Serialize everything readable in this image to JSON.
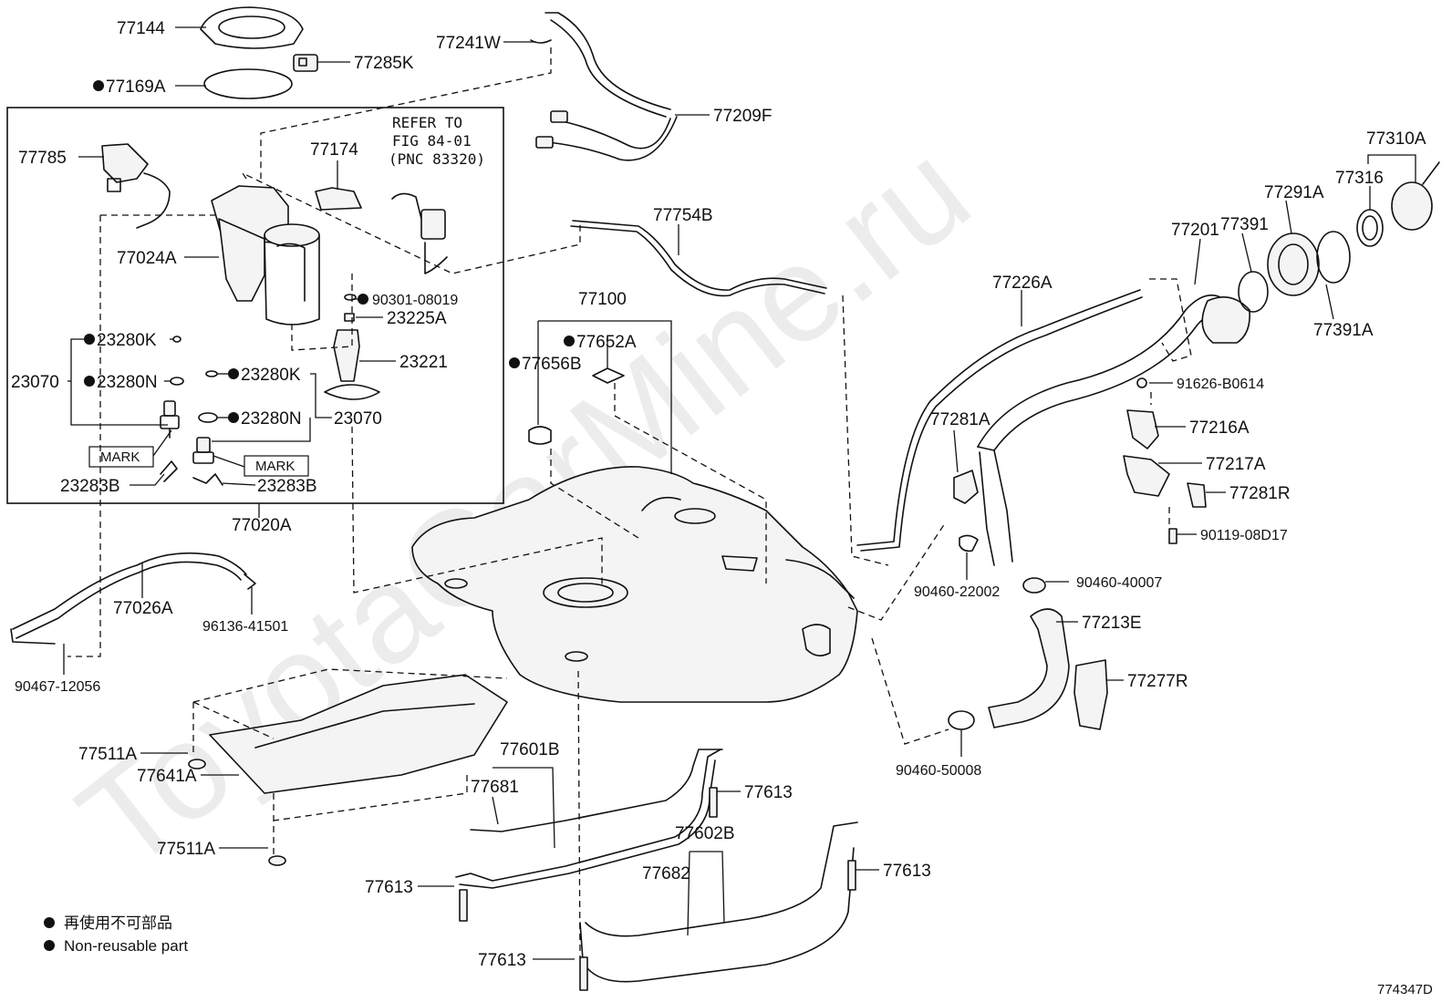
{
  "watermark": "ToyotaCarMine.ru",
  "drawing_number": "774347D",
  "refer_note": {
    "line1": "REFER TO",
    "line2": "FIG 84-01",
    "line3": "(PNC 83320)"
  },
  "mark_label_1": "MARK",
  "mark_label_2": "MARK",
  "legend": {
    "jp": "再使用不可部品",
    "en": "Non-reusable part"
  },
  "parts": {
    "p77144": "77144",
    "p77285K": "77285K",
    "p77169A": "77169A",
    "p77241W": "77241W",
    "p77209F": "77209F",
    "p77785": "77785",
    "p77174": "77174",
    "p77024A": "77024A",
    "p90301": "90301-08019",
    "p23225A": "23225A",
    "p23280K_a": "23280K",
    "p23070_a": "23070",
    "p23280N_a": "23280N",
    "p23280K_b": "23280K",
    "p23221": "23221",
    "p23280N_b": "23280N",
    "p23070_b": "23070",
    "p23283B_a": "23283B",
    "p23283B_b": "23283B",
    "p77020A": "77020A",
    "p77026A": "77026A",
    "p96136": "96136-41501",
    "p90467": "90467-12056",
    "p77754B": "77754B",
    "p77100": "77100",
    "p77652A": "77652A",
    "p77656B": "77656B",
    "p77226A": "77226A",
    "p77201": "77201",
    "p77391": "77391",
    "p77291A": "77291A",
    "p77316": "77316",
    "p77310A": "77310A",
    "p77391A": "77391A",
    "p91626": "91626-B0614",
    "p77216A": "77216A",
    "p77281A": "77281A",
    "p77217A": "77217A",
    "p77281R": "77281R",
    "p90119": "90119-08D17",
    "p90460_22002": "90460-22002",
    "p90460_40007": "90460-40007",
    "p77213E": "77213E",
    "p77277R": "77277R",
    "p90460_50008": "90460-50008",
    "p77511A_a": "77511A",
    "p77641A": "77641A",
    "p77511A_b": "77511A",
    "p77601B": "77601B",
    "p77681": "77681",
    "p77613_a": "77613",
    "p77602B": "77602B",
    "p77682": "77682",
    "p77613_b": "77613",
    "p77613_c": "77613",
    "p77613_d": "77613"
  }
}
